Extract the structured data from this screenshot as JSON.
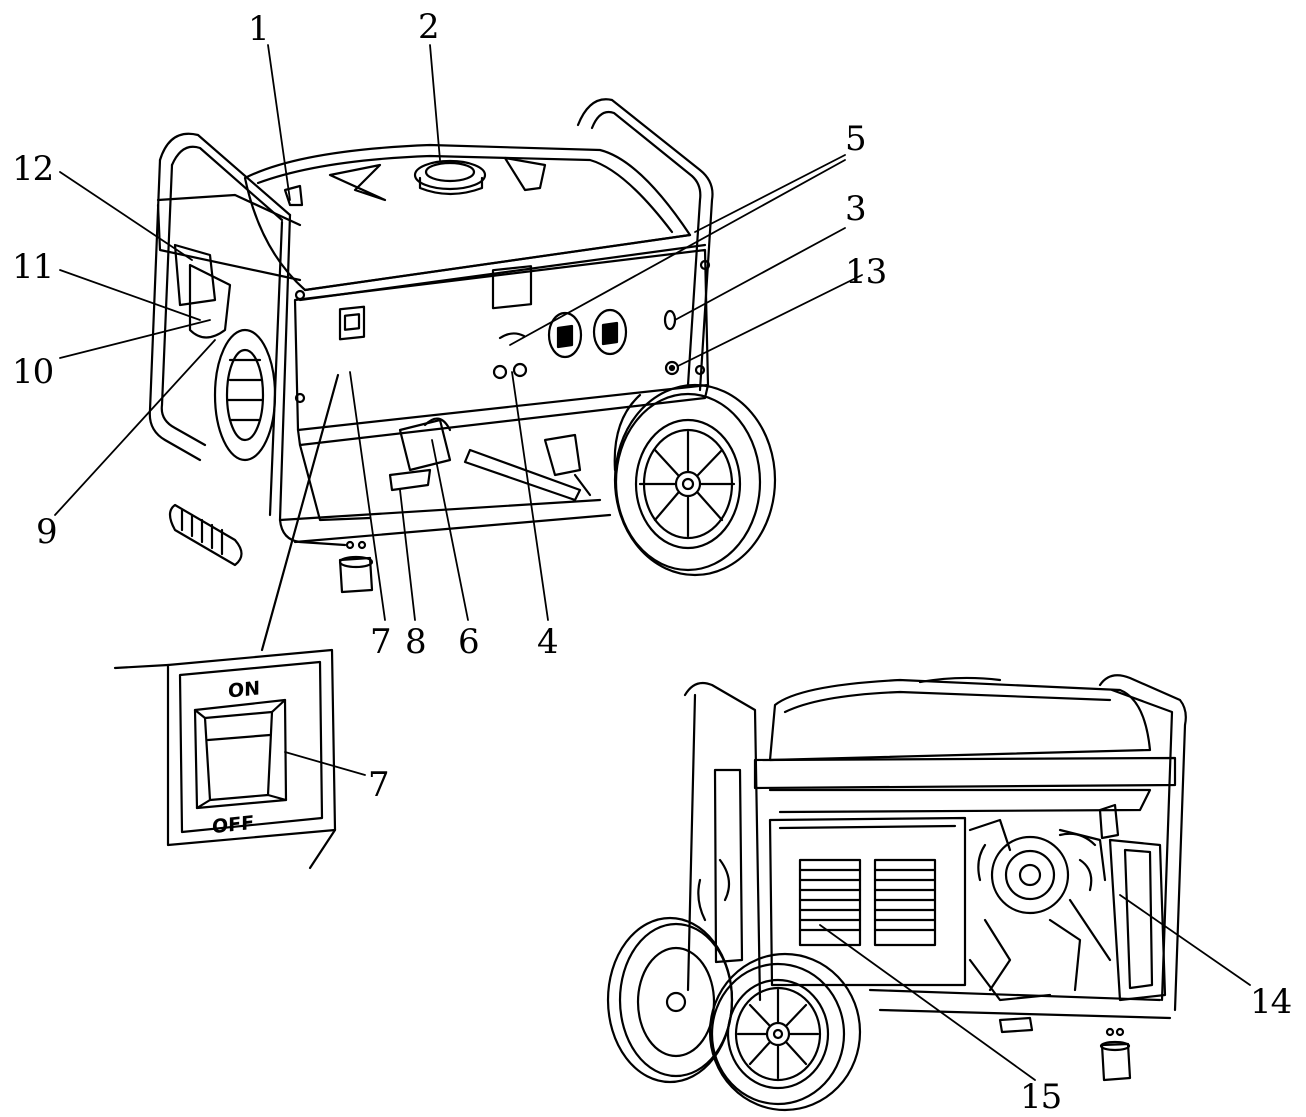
{
  "callouts": [
    {
      "id": "1",
      "text": "1"
    },
    {
      "id": "2",
      "text": "2"
    },
    {
      "id": "3",
      "text": "3"
    },
    {
      "id": "4",
      "text": "4"
    },
    {
      "id": "5",
      "text": "5"
    },
    {
      "id": "6",
      "text": "6"
    },
    {
      "id": "7a",
      "text": "7"
    },
    {
      "id": "7b",
      "text": "7"
    },
    {
      "id": "8",
      "text": "8"
    },
    {
      "id": "9",
      "text": "9"
    },
    {
      "id": "10",
      "text": "10"
    },
    {
      "id": "11",
      "text": "11"
    },
    {
      "id": "12",
      "text": "12"
    },
    {
      "id": "13",
      "text": "13"
    },
    {
      "id": "14",
      "text": "14"
    },
    {
      "id": "15",
      "text": "15"
    }
  ],
  "switch_detail": {
    "on_text": "ON",
    "off_text": "OFF"
  },
  "colors": {
    "line": "#000000",
    "background": "#ffffff"
  }
}
